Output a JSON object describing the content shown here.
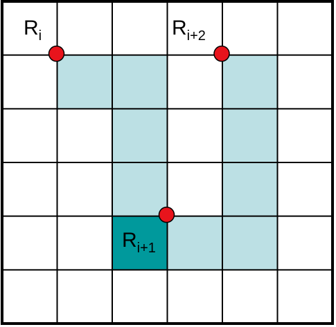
{
  "grid": {
    "rows": 6,
    "cols": 6,
    "colors": {
      "background": "#ffffff",
      "line": "#000000",
      "highlight": "#bce0e4",
      "highlight_dark": "#00999c",
      "point": "#e8141c"
    },
    "highlight_cells": [
      {
        "row": 1,
        "col": 1
      },
      {
        "row": 1,
        "col": 2
      },
      {
        "row": 2,
        "col": 2
      },
      {
        "row": 3,
        "col": 2
      },
      {
        "row": 4,
        "col": 3
      },
      {
        "row": 4,
        "col": 4
      },
      {
        "row": 3,
        "col": 4
      },
      {
        "row": 2,
        "col": 4
      },
      {
        "row": 1,
        "col": 4
      }
    ],
    "dark_cells": [
      {
        "row": 4,
        "col": 2
      }
    ]
  },
  "points": [
    {
      "id": "r-i",
      "grid_col": 1,
      "grid_row": 1,
      "base": "R",
      "sub": "i"
    },
    {
      "id": "r-i-plus-2",
      "grid_col": 4,
      "grid_row": 1,
      "base": "R",
      "sub": "i+2"
    },
    {
      "id": "r-i-plus-1",
      "grid_col": 3,
      "grid_row": 4,
      "base": "R",
      "sub": "i+1"
    }
  ]
}
